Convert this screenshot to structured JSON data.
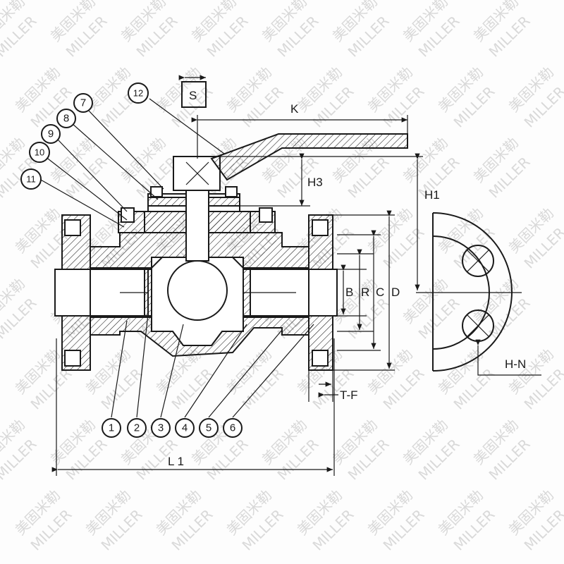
{
  "watermark": {
    "cn": "美固米勒",
    "en": "MILLER"
  },
  "callouts": [
    "1",
    "2",
    "3",
    "4",
    "5",
    "6",
    "7",
    "8",
    "9",
    "10",
    "11",
    "12"
  ],
  "dimensions": {
    "s": "S",
    "k": "K",
    "h3": "H3",
    "h1": "H1",
    "b": "B",
    "r": "R",
    "c": "C",
    "d": "D",
    "tf": "T-F",
    "hn": "H-N",
    "l1": "L 1"
  }
}
